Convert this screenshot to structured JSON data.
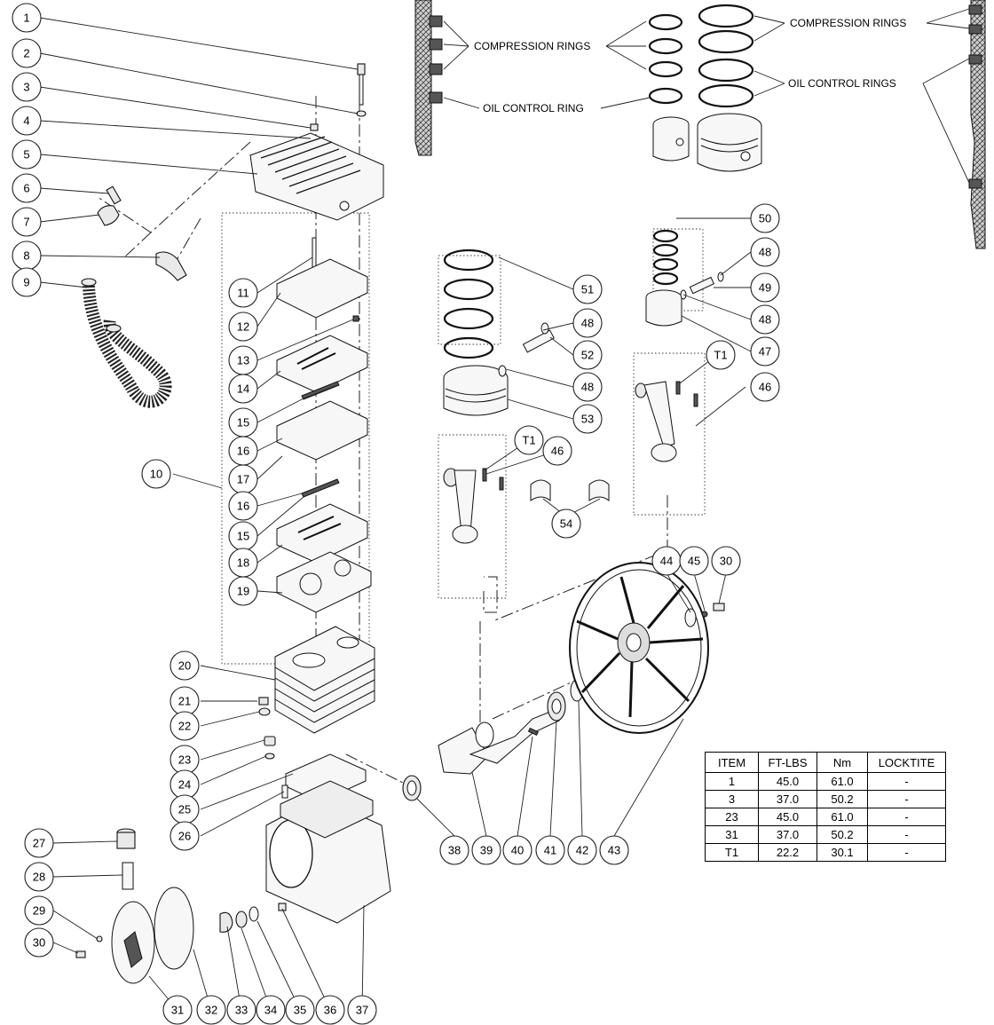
{
  "callouts": [
    "1",
    "2",
    "3",
    "4",
    "5",
    "6",
    "7",
    "8",
    "9",
    "10",
    "11",
    "12",
    "13",
    "14",
    "15",
    "16",
    "17",
    "16",
    "15",
    "18",
    "19",
    "20",
    "21",
    "22",
    "23",
    "24",
    "25",
    "26",
    "27",
    "28",
    "29",
    "30",
    "31",
    "32",
    "33",
    "34",
    "35",
    "36",
    "37",
    "38",
    "39",
    "40",
    "41",
    "42",
    "43",
    "44",
    "45",
    "30",
    "46",
    "T1",
    "54",
    "46",
    "T1",
    "47",
    "48",
    "49",
    "48",
    "50",
    "51",
    "48",
    "52",
    "48",
    "53"
  ],
  "ring_labels": {
    "compression_rings_small": "COMPRESSION RINGS",
    "oil_control_ring": "OIL CONTROL RING",
    "compression_rings_large": "COMPRESSION RINGS",
    "oil_control_rings": "OIL CONTROL RINGS"
  },
  "torque_table": {
    "headers": [
      "ITEM",
      "FT-LBS",
      "Nm",
      "LOCKTITE"
    ],
    "rows": [
      [
        "1",
        "45.0",
        "61.0",
        "-"
      ],
      [
        "3",
        "37.0",
        "50.2",
        "-"
      ],
      [
        "23",
        "45.0",
        "61.0",
        "-"
      ],
      [
        "31",
        "37.0",
        "50.2",
        "-"
      ],
      [
        "T1",
        "22.2",
        "30.1",
        "-"
      ]
    ]
  }
}
